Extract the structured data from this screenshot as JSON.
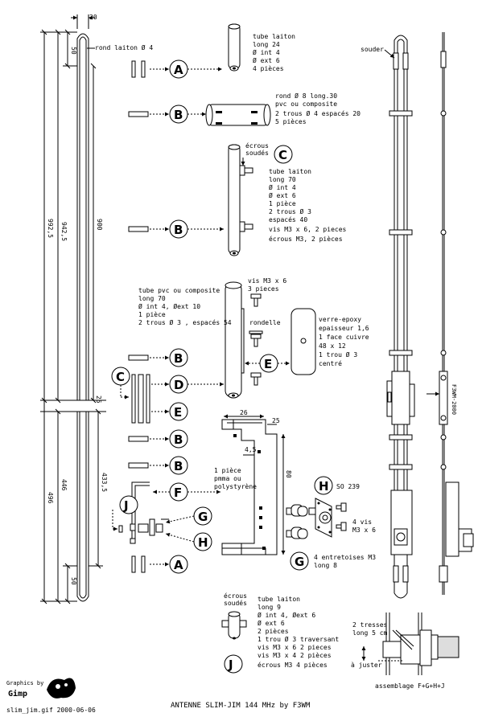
{
  "dimensions": {
    "top_width": "20",
    "d50_top": "50",
    "d9925": "992,5",
    "d9425": "942,5",
    "d900": "900",
    "d25": "25",
    "d496": "496",
    "d446": "446",
    "d4335": "433,5",
    "d50_bot": "50"
  },
  "labels": {
    "rond_laiton": "rond laiton Ø 4",
    "souder": "souder",
    "A": "A",
    "B": "B",
    "C": "C",
    "D": "D",
    "E": "E",
    "F": "F",
    "G": "G",
    "H": "H",
    "J": "J"
  },
  "part_A": [
    "tube laiton",
    "long 24",
    "Ø int 4",
    "Ø ext 6",
    "4 pièces"
  ],
  "part_B": [
    "rond Ø 8 long.30",
    "pvc ou composite",
    "2 trous Ø 4 espacés 20",
    "5 pièces"
  ],
  "part_C_ecrous": [
    "écrous",
    "soudés"
  ],
  "part_C": [
    "tube laiton",
    "long 70",
    "Ø int 4",
    "Ø ext 6",
    "1 pièce",
    "2 trous Ø 3",
    "espacés 40",
    "vis M3 x 6, 2 pieces",
    "écrous M3, 2 pièces"
  ],
  "part_D": [
    "tube pvc ou composite",
    "long 70",
    "Ø int 4, Øext 10",
    "1 pièce",
    "2 trous Ø 3 , espacés 54"
  ],
  "part_D_vis": [
    "vis M3 x 6",
    "3 pieces"
  ],
  "rondelle": "rondelle",
  "part_E": [
    "verre-epoxy",
    "epaisseur 1,6",
    "1 face cuivre",
    "48 x 12",
    "1 trou Ø 3",
    "centré"
  ],
  "part_F_dims": {
    "w26": "26",
    "w25": "25",
    "d45": "4,5",
    "h80": "80"
  },
  "part_F": [
    "1 pièce",
    "pmma ou",
    "polystyrène"
  ],
  "part_H": "SO 239",
  "part_H_vis": [
    "4 vis",
    "M3 x 6"
  ],
  "part_G": [
    "4 entretoises M3",
    "long 8"
  ],
  "part_J_ecrous": [
    "écrous",
    "soudés"
  ],
  "part_J": [
    "tube laiton",
    "long 9",
    "Ø int 4,  Øext 6",
    "Ø ext 6",
    "2 pièces",
    "1 trou Ø 3 traversant",
    "vis M3 x 6  2 pieces",
    "vis M3 x 4  2 pièces",
    "écrous M3  4 pièces"
  ],
  "assembly": {
    "tresses": [
      "2 tresses",
      "long 5 cm"
    ],
    "a_juster": "à juster",
    "caption": "assemblage F+G+H+J",
    "side_label": "F3WM-2000"
  },
  "footer": {
    "graphics_by": "Graphics by",
    "gimp": "Gimp",
    "filename": "slim_jim.gif  2000-06-06",
    "title": "ANTENNE SLIM-JIM 144 MHz   by  F3WM"
  }
}
